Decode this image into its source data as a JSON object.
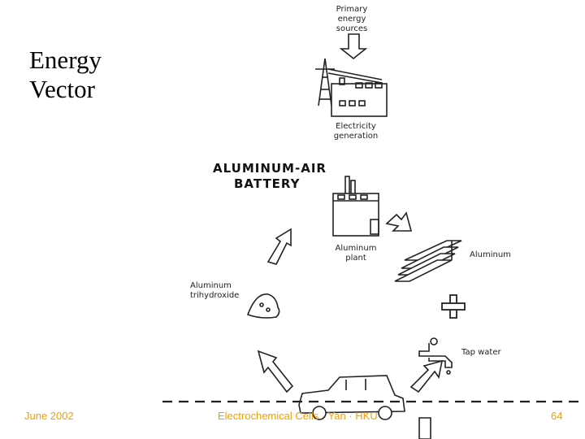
{
  "slide": {
    "title_line1": "Energy",
    "title_line2": "Vector"
  },
  "diagram": {
    "primary_sources_l1": "Primary",
    "primary_sources_l2": "energy",
    "primary_sources_l3": "sources",
    "electricity_l1": "Electricity",
    "electricity_l2": "generation",
    "battery_l1": "ALUMINUM-AIR",
    "battery_l2": "BATTERY",
    "plant_l1": "Aluminum",
    "plant_l2": "plant",
    "aluminum_label": "Aluminum",
    "trihydroxide_l1": "Aluminum",
    "trihydroxide_l2": "trihydroxide",
    "tap_water_label": "Tap water"
  },
  "footer": {
    "date": "June 2002",
    "center": "Electrochemical Cells · Yan · HKU",
    "page": "64"
  },
  "colors": {
    "footer_text": "#f0a000",
    "drawing": "#222222"
  }
}
